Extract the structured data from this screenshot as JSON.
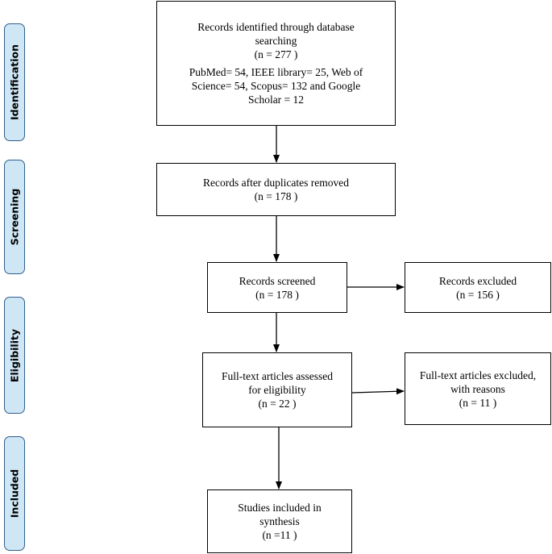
{
  "phases": {
    "identification": "Identification",
    "screening": "Screening",
    "eligibility": "Eligibility",
    "included": "Included"
  },
  "boxes": {
    "identified": {
      "line1": "Records identified through database",
      "line2": "searching",
      "line3": "(n = 277 )",
      "detail1": "PubMed= 54, IEEE library= 25, Web of",
      "detail2": "Science= 54, Scopus= 132 and Google",
      "detail3": "Scholar = 12"
    },
    "duplicates_removed": {
      "line1": "Records after duplicates removed",
      "line2": "(n = 178 )"
    },
    "screened": {
      "line1": "Records screened",
      "line2": "(n = 178   )"
    },
    "excluded": {
      "line1": "Records excluded",
      "line2": "(n = 156   )"
    },
    "fulltext_assessed": {
      "line1": "Full-text articles assessed",
      "line2": "for eligibility",
      "line3": "(n = 22   )"
    },
    "fulltext_excluded": {
      "line1": "Full-text articles excluded,",
      "line2": "with reasons",
      "line3": "(n = 11   )"
    },
    "included": {
      "line1": "Studies included in",
      "line2": "synthesis",
      "line3": "(n =11   )"
    }
  },
  "colors": {
    "phase_fill": "#cfe7f5",
    "phase_border": "#2f5e8c",
    "box_border": "#000000",
    "arrow": "#000000"
  }
}
